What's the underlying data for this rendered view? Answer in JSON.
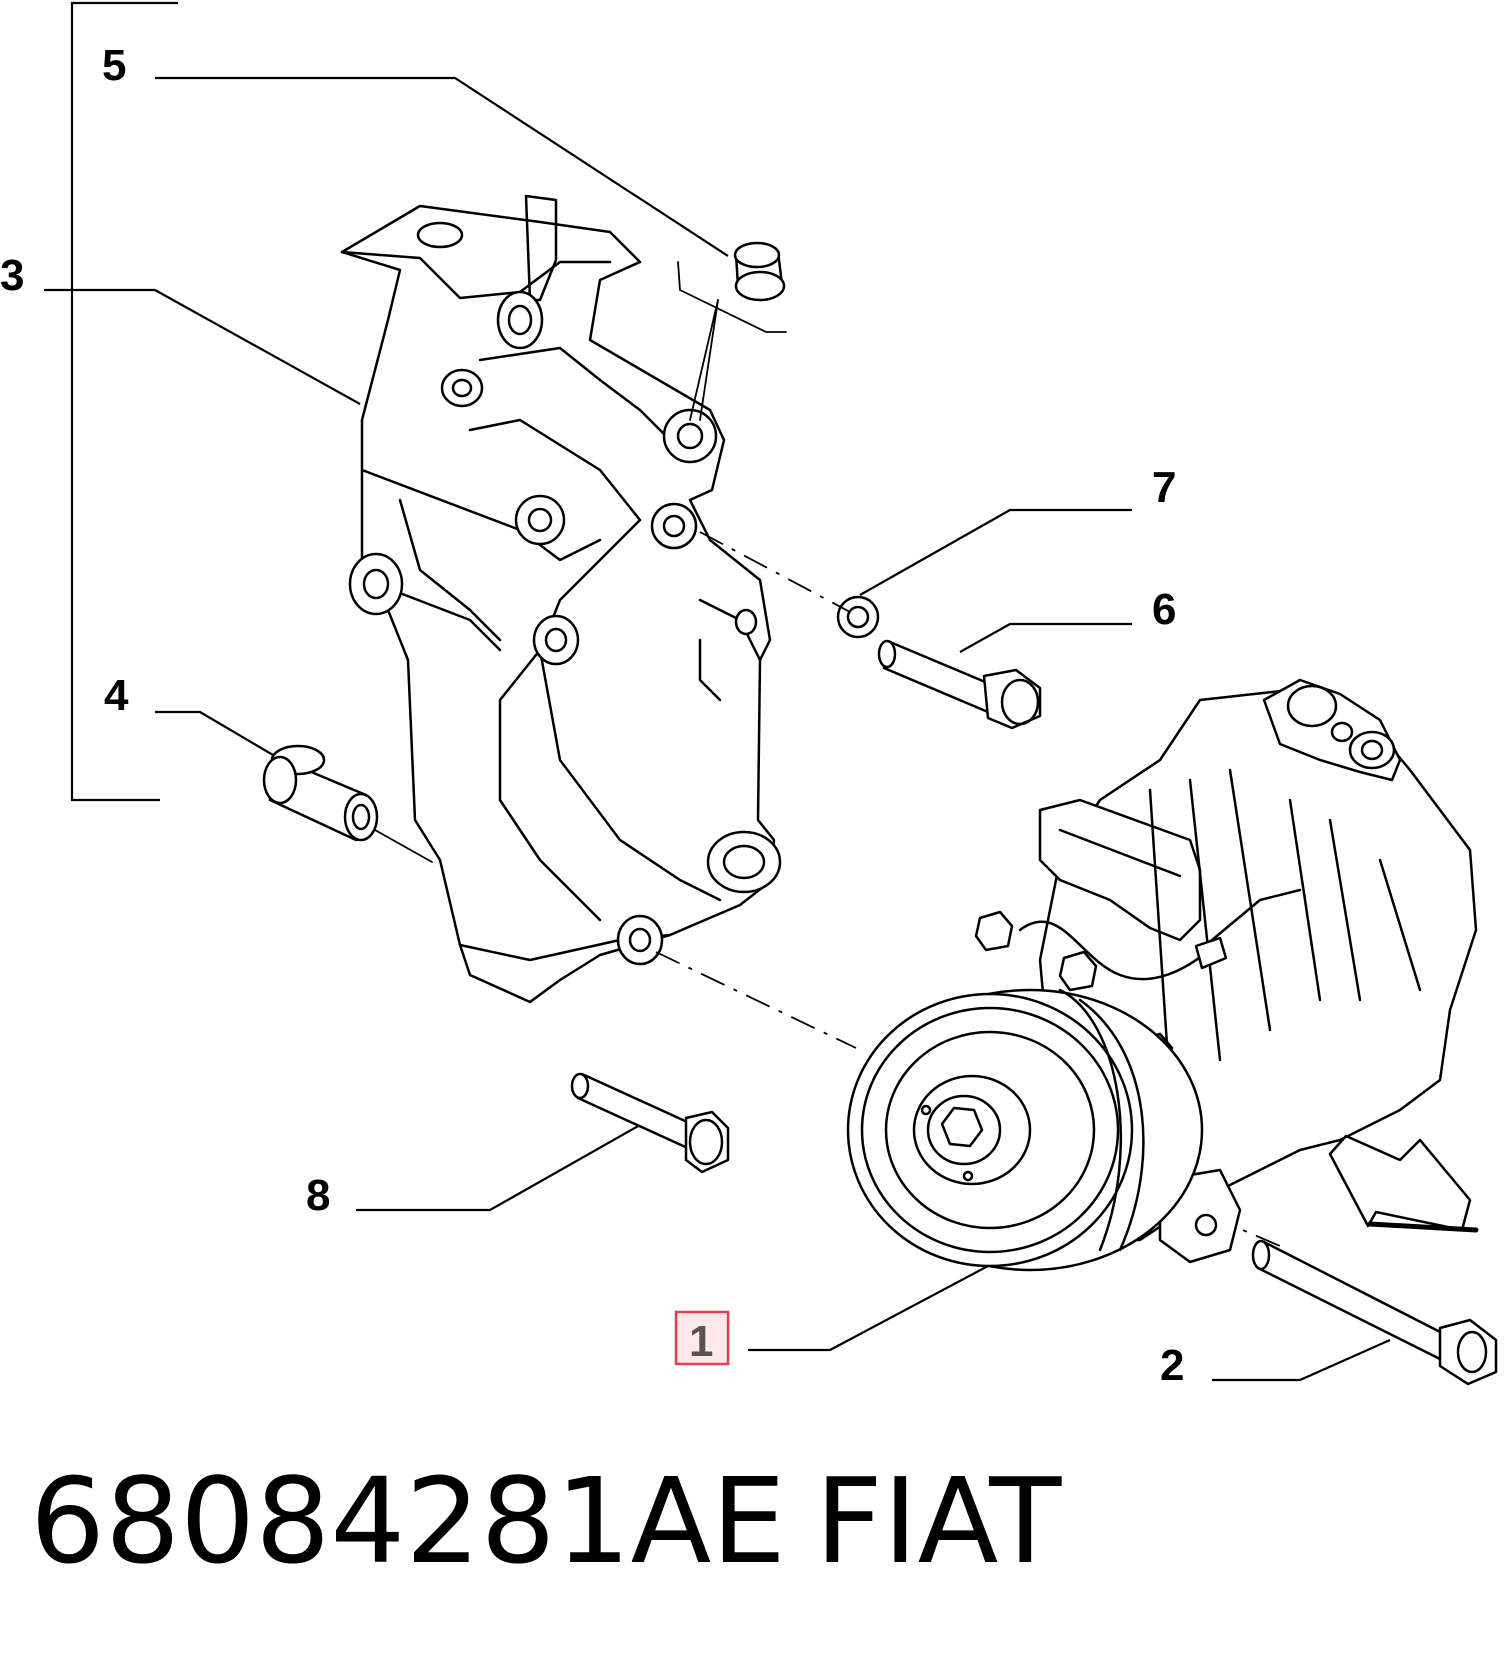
{
  "callouts": {
    "c1": "1",
    "c2": "2",
    "c3": "3",
    "c4": "4",
    "c5": "5",
    "c6": "6",
    "c7": "7",
    "c8": "8"
  },
  "highlight_color": "#e0404f",
  "caption": {
    "part_number": "68084281AE",
    "brand": "FIAT"
  }
}
